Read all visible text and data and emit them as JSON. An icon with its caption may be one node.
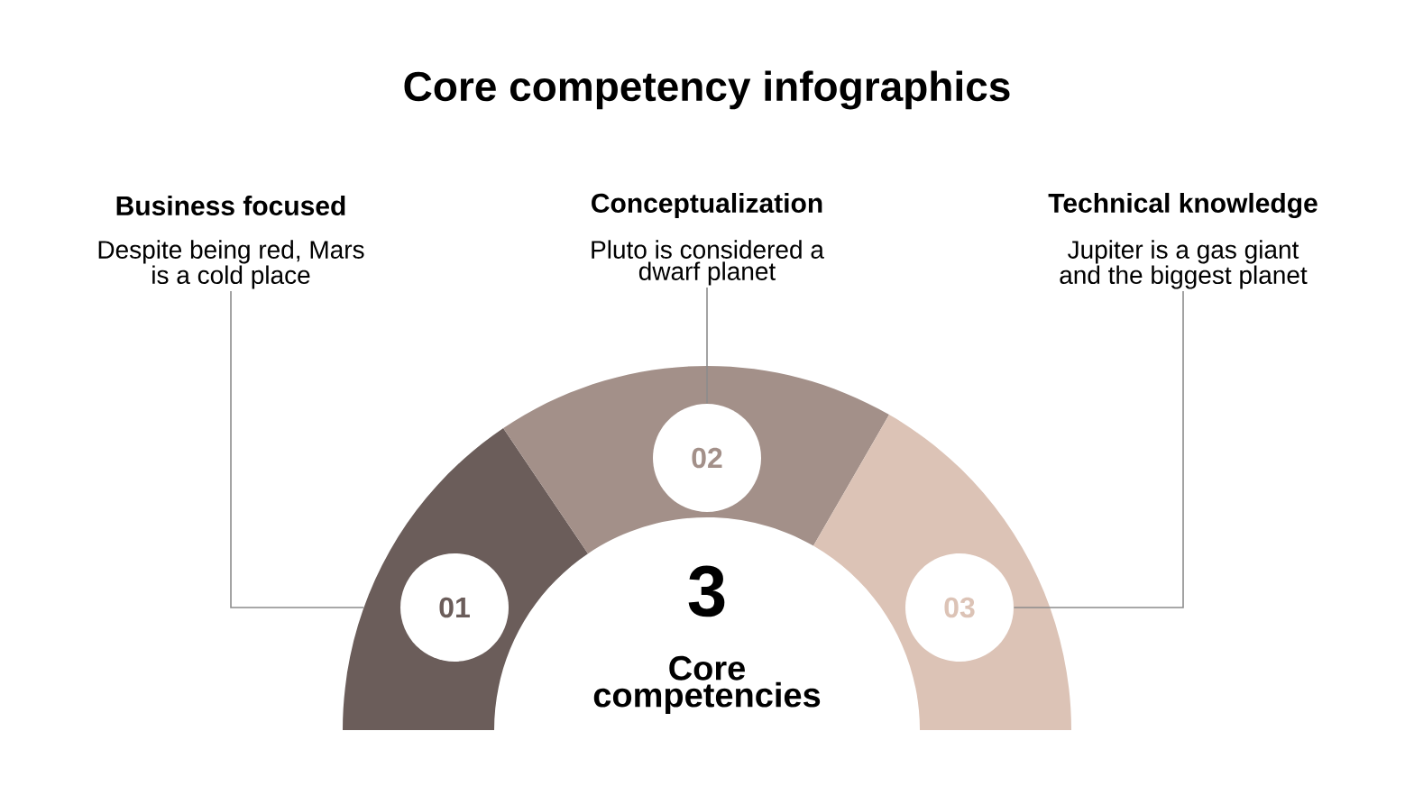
{
  "diagram": {
    "title": "Core competency infographics",
    "nodes": [
      {
        "text": [
          "Business focused",
          "Despite being red, Mars is a cold place"
        ]
      },
      {
        "text": [
          "Conceptualization",
          "Pluto is considered a dwarf planet"
        ]
      },
      {
        "text": [
          "Technical knowledge",
          "Jupiter is a gas giant and the biggest planet"
        ]
      },
      {
        "text": [],
        "shape": "sector"
      },
      {
        "text": [
          "01"
        ],
        "in": 3
      },
      {
        "text": [],
        "shape": "sector"
      },
      {
        "text": [
          "02"
        ],
        "in": 5
      },
      {
        "text": [],
        "shape": "sector"
      },
      {
        "text": [
          "03"
        ],
        "in": 7
      }
    ],
    "edges": [
      {
        "from": 0,
        "to": 3,
        "arrow": "none"
      },
      {
        "from": 1,
        "to": 6,
        "arrow": "none"
      },
      {
        "from": 2,
        "to": 8,
        "arrow": "none"
      }
    ],
    "labels": [
      "3",
      "Core competencies"
    ]
  }
}
